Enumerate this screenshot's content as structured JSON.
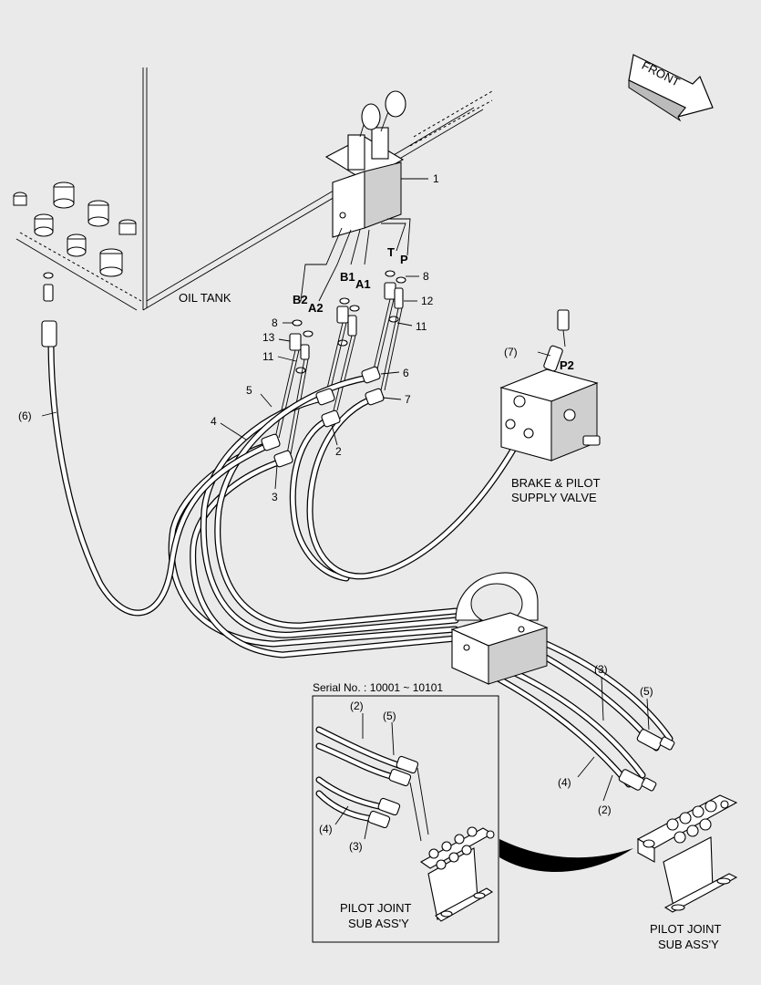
{
  "labels": {
    "front": "FRONT",
    "oil_tank": "OIL TANK",
    "brake_valve_line1": "BRAKE & PILOT",
    "brake_valve_line2": "SUPPLY VALVE",
    "serial": "Serial No. : 10001 ~ 10101",
    "pilot_joint_line1": "PILOT JOINT",
    "pilot_joint_line2": "SUB ASS'Y",
    "inset_pilot_joint_line1": "PILOT JOINT",
    "inset_pilot_joint_line2": "SUB ASS'Y"
  },
  "ports": {
    "b2": "B2",
    "a2": "A2",
    "b1": "B1",
    "a1": "A1",
    "t": "T",
    "p": "P",
    "p2": "P2"
  },
  "callouts": {
    "c1": "1",
    "c2": "2",
    "c3": "3",
    "c4": "4",
    "c5": "5",
    "c6": "6",
    "c7": "7",
    "c8a": "8",
    "c8b": "8",
    "c11a": "11",
    "c11b": "11",
    "c12": "12",
    "c13": "13",
    "c6p": "(6)",
    "c7p": "(7)",
    "r3": "(3)",
    "r5": "(5)",
    "r4": "(4)",
    "r2": "(2)",
    "i2": "(2)",
    "i5": "(5)",
    "i4": "(4)",
    "i3": "(3)"
  },
  "colors": {
    "background": "#eaeaea",
    "line": "#000000",
    "fill": "#ffffff"
  }
}
